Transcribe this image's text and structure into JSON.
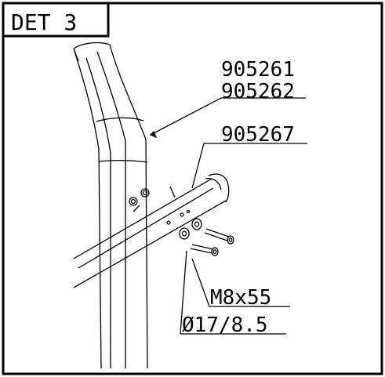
{
  "title": "DET 3",
  "callouts": {
    "part_a": "905261",
    "part_b": "905262",
    "part_c": "905267",
    "bolt": "M8x55",
    "washer": "Ø17/8.5"
  }
}
